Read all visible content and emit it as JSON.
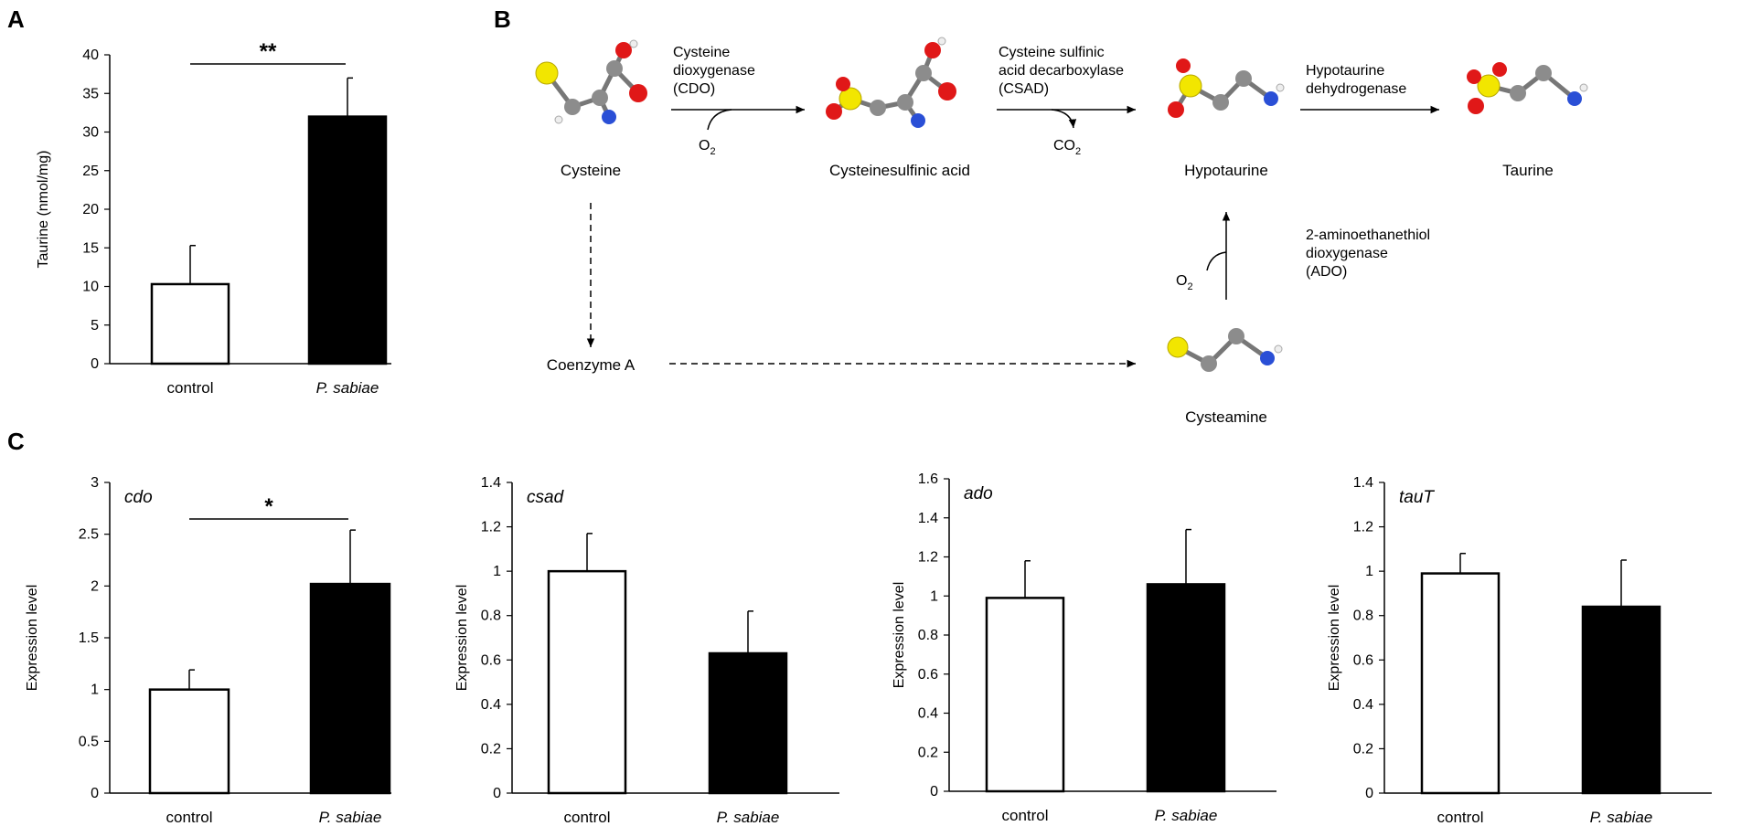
{
  "panels": {
    "a": "A",
    "b": "B",
    "c": "C"
  },
  "colors": {
    "control_fill": "#ffffff",
    "treated_fill": "#000000",
    "axis": "#000000",
    "S": "#f2e600",
    "O": "#e01818",
    "N": "#2a4fd6",
    "C": "#8c8c8c",
    "H": "#eeeeee"
  },
  "chart_data": [
    {
      "id": "A",
      "type": "bar",
      "categories": [
        "control",
        "P. sabiae"
      ],
      "values": [
        10.3,
        32.0
      ],
      "errors": [
        5.0,
        5.0
      ],
      "ylabel": "Taurine (nmol/mg)",
      "gene": "",
      "ylim": [
        0,
        40
      ],
      "yticks": [
        "0",
        "5",
        "10",
        "15",
        "20",
        "25",
        "30",
        "35",
        "40"
      ],
      "significance": "**",
      "grid": false
    },
    {
      "id": "C-cdo",
      "type": "bar",
      "categories": [
        "control",
        "P. sabiae"
      ],
      "values": [
        1.0,
        2.02
      ],
      "errors": [
        0.19,
        0.52
      ],
      "ylabel": "Expression level",
      "gene": "cdo",
      "ylim": [
        0,
        3
      ],
      "yticks": [
        "0",
        "0.5",
        "1",
        "1.5",
        "2",
        "2.5",
        "3"
      ],
      "significance": "*",
      "grid": false
    },
    {
      "id": "C-csad",
      "type": "bar",
      "categories": [
        "control",
        "P. sabiae"
      ],
      "values": [
        1.0,
        0.63
      ],
      "errors": [
        0.17,
        0.19
      ],
      "ylabel": "Expression level",
      "gene": "csad",
      "ylim": [
        0,
        1.4
      ],
      "yticks": [
        "0",
        "0.2",
        "0.4",
        "0.6",
        "0.8",
        "1",
        "1.2",
        "1.4"
      ],
      "significance": "",
      "grid": false
    },
    {
      "id": "C-ado",
      "type": "bar",
      "categories": [
        "control",
        "P. sabiae"
      ],
      "values": [
        0.99,
        1.06
      ],
      "errors": [
        0.19,
        0.28
      ],
      "ylabel": "Expression level",
      "gene": "ado",
      "ylim": [
        0,
        1.6
      ],
      "yticks": [
        "0",
        "0.2",
        "0.4",
        "0.6",
        "0.8",
        "1",
        "1.2",
        "1.4",
        "1.6"
      ],
      "significance": "",
      "grid": false
    },
    {
      "id": "C-tauT",
      "type": "bar",
      "categories": [
        "control",
        "P. sabiae"
      ],
      "values": [
        0.99,
        0.84
      ],
      "errors": [
        0.09,
        0.21
      ],
      "ylabel": "Expression level",
      "gene": "tauT",
      "ylim": [
        0,
        1.4
      ],
      "yticks": [
        "0",
        "0.2",
        "0.4",
        "0.6",
        "0.8",
        "1",
        "1.2",
        "1.4"
      ],
      "significance": "",
      "grid": false
    }
  ],
  "pathway": {
    "molecules": {
      "cysteine": "Cysteine",
      "cysteinesulfinic": "Cysteinesulfinic acid",
      "hypotaurine": "Hypotaurine",
      "taurine": "Taurine",
      "coenzyme_a": "Coenzyme A",
      "cysteamine": "Cysteamine"
    },
    "enzymes": {
      "cdo": [
        "Cysteine",
        "dioxygenase",
        "(CDO)"
      ],
      "csad": [
        "Cysteine sulfinic",
        "acid decarboxylase",
        "(CSAD)"
      ],
      "htd": [
        "Hypotaurine",
        "dehydrogenase"
      ],
      "ado": [
        "2-aminoethanethiol",
        "dioxygenase",
        "(ADO)"
      ]
    },
    "cofactors": {
      "o2_main": "O",
      "o2_side": "O",
      "co2": "CO",
      "subscript": "2"
    }
  }
}
